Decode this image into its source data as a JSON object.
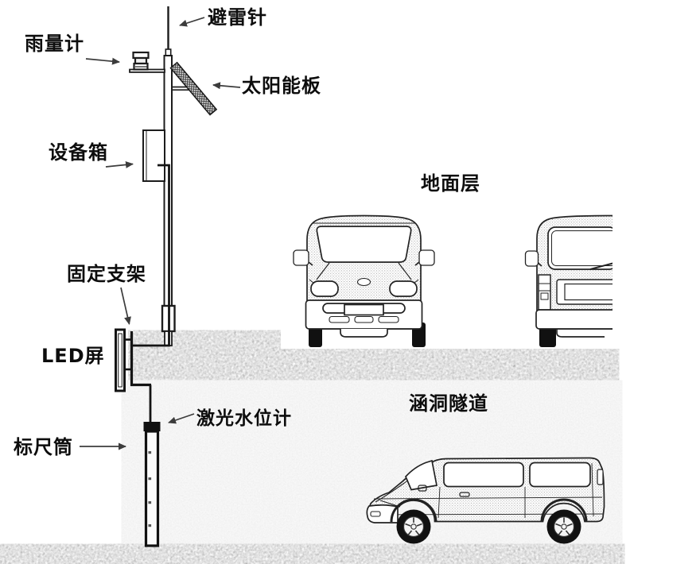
{
  "diagram": {
    "type": "technical-illustration",
    "subject": "culvert-tunnel laser water-level monitoring station cross-section",
    "labels": {
      "lightning_rod": "避雷针",
      "rain_gauge": "雨量计",
      "solar_panel": "太阳能板",
      "equipment_box": "设备箱",
      "ground_level": "地面层",
      "fixed_bracket": "固定支架",
      "led_screen": "LED屏",
      "laser_water_level_meter": "激光水位计",
      "ruler_tube": "标尺筒",
      "culvert_tunnel": "涵洞隧道"
    },
    "colors": {
      "line": "#1c1c1c",
      "arrow": "#3c3c3c",
      "background": "#ffffff",
      "ground_dark": "#8f8f8f",
      "tunnel_light": "#ebebeb"
    }
  }
}
